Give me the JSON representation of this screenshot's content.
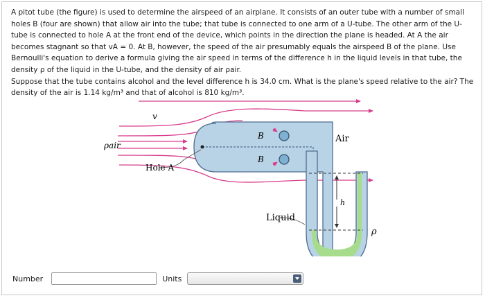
{
  "problem": {
    "paragraph1": "A pitot tube (the figure) is used to determine the airspeed of an airplane. It consists of an outer tube with a number of small holes B (four are shown) that allow air into the tube; that tube is connected to one arm of a U-tube. The other arm of the U-tube is connected to hole A at the front end of the device, which points in the direction the plane is headed. At A the air becomes stagnant so that vA = 0. At B, however, the speed of the air presumably equals the airspeed B of the plane. Use Bernoulli's equation to derive a formula giving the air speed in terms of the difference h in the liquid levels in that tube, the density ρ of the liquid in the U-tube, and the density of air ρair.",
    "paragraph2": "Suppose that the tube contains alcohol and the level difference h is 34.0 cm. What is the plane's speed relative to the air? The density of the air is 1.14 kg/m³ and that of alcohol is 810 kg/m³."
  },
  "figure": {
    "label_v": "v",
    "label_rho_air": "ρair",
    "label_B_top": "B",
    "label_B_bottom": "B",
    "label_air": "Air",
    "label_hole_a": "Hole A",
    "label_h": "h",
    "label_liquid": "Liquid",
    "label_rho": "ρ",
    "colors": {
      "tube_fill": "#b9d3e6",
      "tube_stroke": "#4d6b8f",
      "liquid": "#a6dc8c",
      "streamline": "#d63c8c",
      "hole": "#7fb0cf"
    }
  },
  "answer": {
    "number_label": "Number",
    "number_value": "",
    "units_label": "Units",
    "units_selected": ""
  }
}
